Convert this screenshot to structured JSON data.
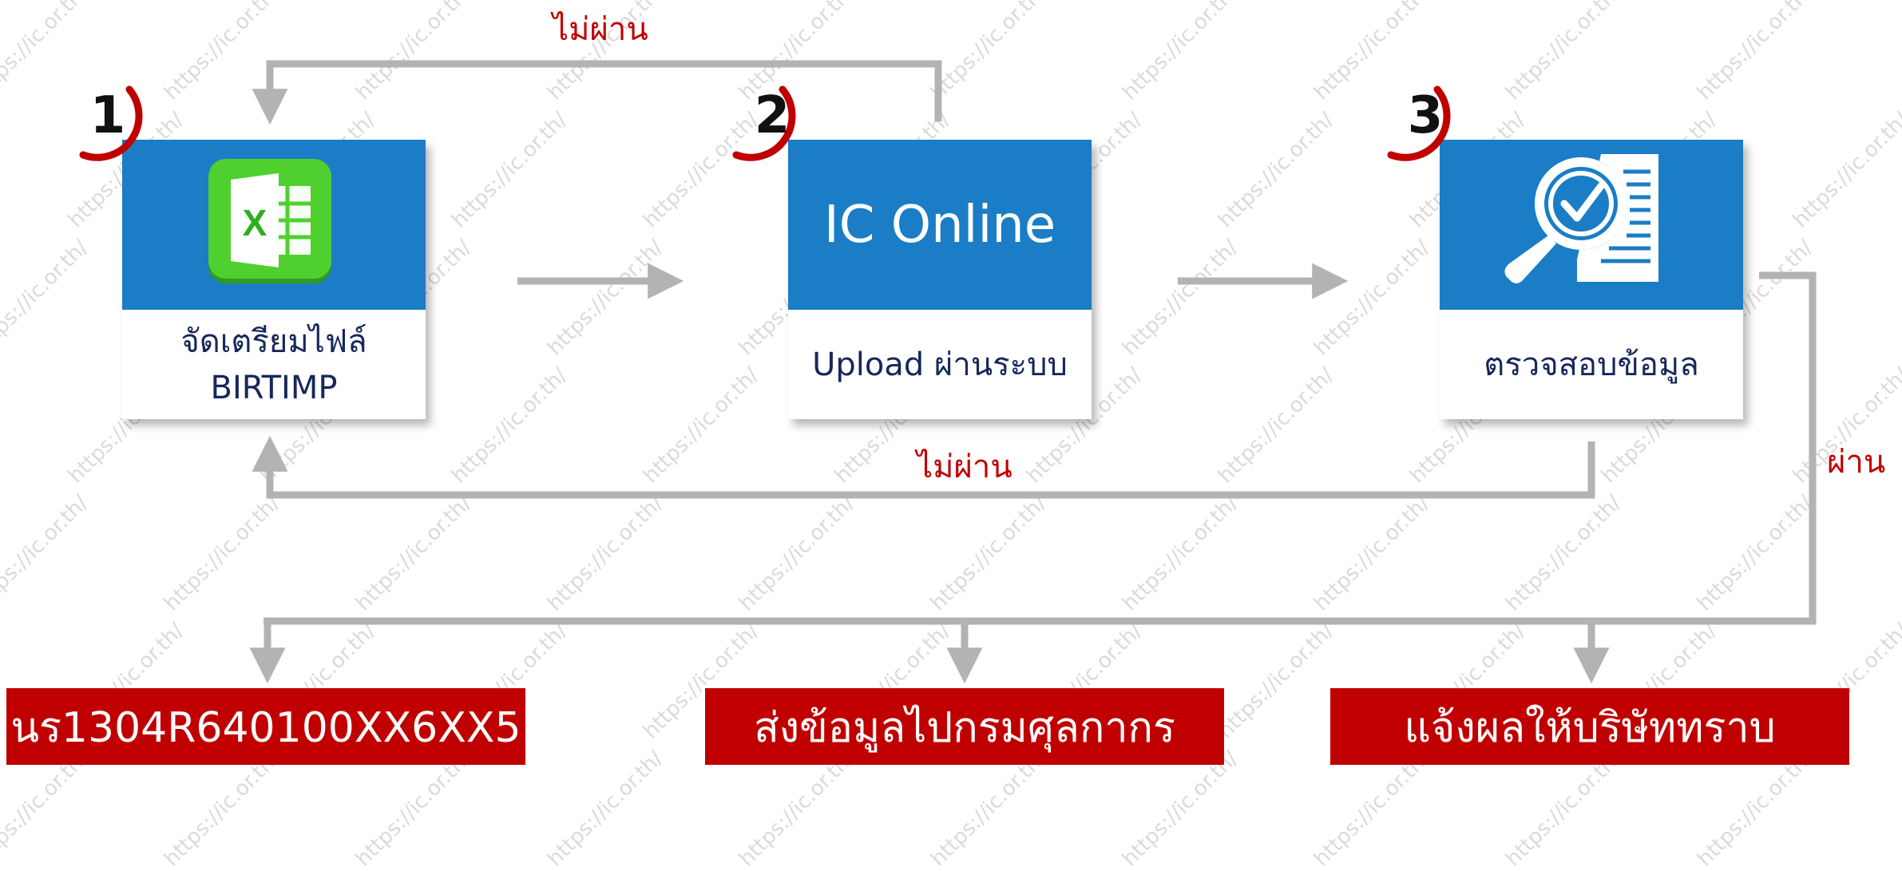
{
  "steps": [
    {
      "number": "1",
      "label_line1": "จัดเตรียมไฟล์",
      "label_line2": "BIRTIMP",
      "icon": "excel-icon"
    },
    {
      "number": "2",
      "title": "IC Online",
      "label": "Upload ผ่านระบบ"
    },
    {
      "number": "3",
      "label": "ตรวจสอบข้อมูล",
      "icon": "document-search-check-icon"
    }
  ],
  "edge_labels": {
    "fail_top": "ไม่ผ่าน",
    "fail_bottom": "ไม่ผ่าน",
    "pass": "ผ่าน"
  },
  "outputs": [
    {
      "label": "นร1304R640100XX6XX5"
    },
    {
      "label": "ส่งข้อมูลไปกรมศุลกากร"
    },
    {
      "label": "แจ้งผลให้บริษัททราบ"
    }
  ],
  "watermark": "https://ic.or.th/",
  "colors": {
    "card_blue": "#1a7dc6",
    "accent_red": "#c00000",
    "arrow_gray": "#b3b3b3",
    "label_navy": "#16275a",
    "excel_green": "#3fbf2a"
  }
}
